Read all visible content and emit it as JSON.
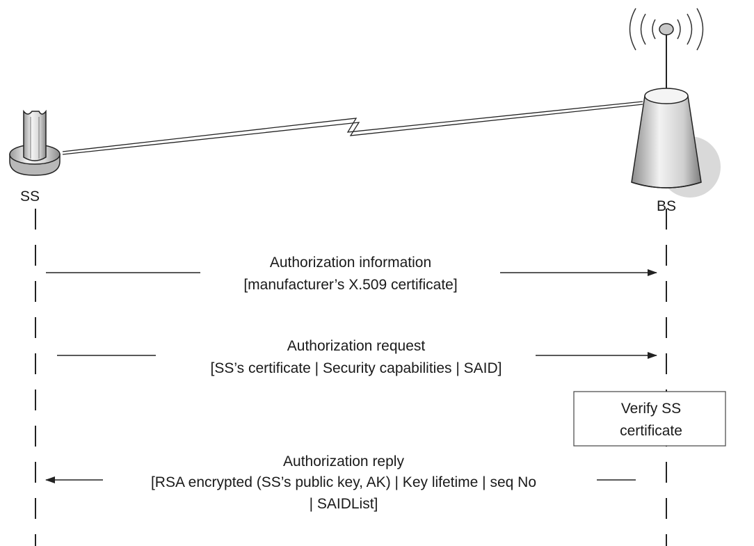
{
  "nodes": {
    "ss": {
      "label": "SS"
    },
    "bs": {
      "label": "BS"
    }
  },
  "messages": [
    {
      "line1": "Authorization information",
      "line2": "[manufacturer’s X.509 certificate]",
      "direction": "SS→BS"
    },
    {
      "line1": "Authorization request",
      "line2": "[SS’s certificate | Security capabilities | SAID]",
      "direction": "SS→BS"
    },
    {
      "line1": "Authorization reply",
      "line2": "[RSA encrypted (SS’s public key, AK) | Key lifetime | seq No",
      "line3": "| SAIDList]",
      "direction": "BS→SS"
    }
  ],
  "process_box": {
    "line1": "Verify SS",
    "line2": "certificate"
  },
  "colors": {
    "stroke": "#222222",
    "device_fill": "#e6e6e6",
    "shadow": "#d6d6d6",
    "text": "#1a1a1a"
  },
  "icons": [
    "subscriber-station-icon",
    "base-station-tower-icon",
    "radio-waves-icon",
    "wireless-link-icon"
  ]
}
